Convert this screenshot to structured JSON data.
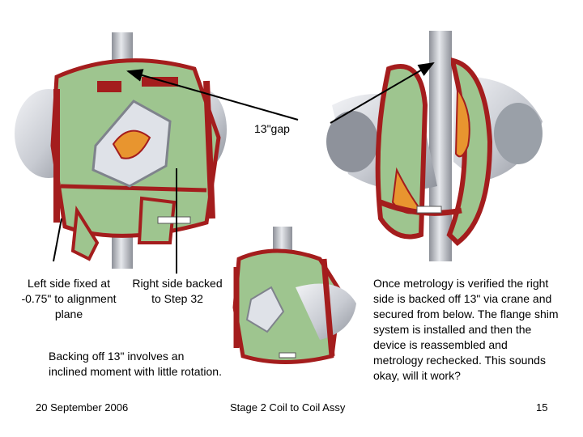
{
  "annotations": {
    "gap_label": "13\"gap",
    "left_side": "Left side fixed at -0.75\" to alignment plane",
    "right_side": "Right side backed to Step 32",
    "backing_off": "Backing off 13\" involves an inclined moment with little rotation.",
    "metrology_note": "Once metrology is verified the right side is backed off 13\" via crane and secured from below. The flange shim system is installed and then the device is reassembled and metrology rechecked.  This sounds okay, will it work?"
  },
  "footer": {
    "date": "20 September 2006",
    "title": "Stage 2 Coil to Coil Assy",
    "page_number": "15"
  },
  "colors": {
    "coil_red": "#a41d1d",
    "panel_green": "#9ec58f",
    "shell_grey": "#c9ccd3",
    "coil_orange": "#e8952f"
  }
}
